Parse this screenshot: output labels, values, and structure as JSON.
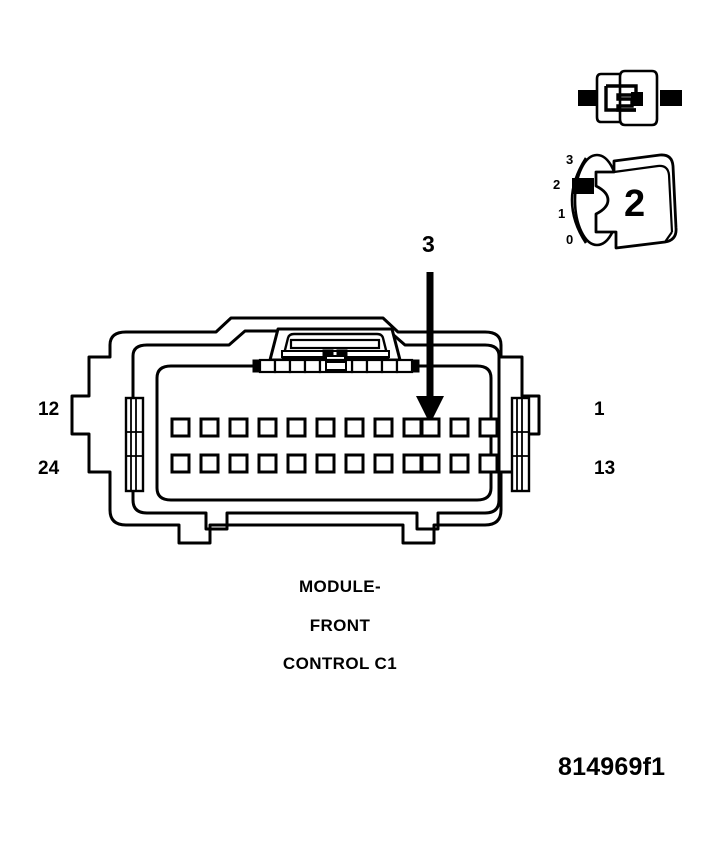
{
  "figure": {
    "kind": "automotive-connector-pinout-diagram",
    "background_color": "#ffffff",
    "line_color": "#000000"
  },
  "connector": {
    "name": "MODULE-FRONT CONTROL C1",
    "total_cavities": 24,
    "rows": 2,
    "pins_per_row": 12,
    "caption_lines": [
      "MODULE-",
      "FRONT",
      "CONTROL C1"
    ],
    "pin_numbers": {
      "top_row_left_label": "12",
      "top_row_right_label": "1",
      "bottom_row_left_label": "24",
      "bottom_row_right_label": "13"
    }
  },
  "callout": {
    "label": "3",
    "target_description": "top row cavity, third from right",
    "arrow_direction": "down"
  },
  "legend": {
    "connector_icon_name": "connector-lock-icon",
    "gauge_value": "2",
    "scale_labels": [
      "3",
      "2",
      "1",
      "0"
    ],
    "marker_at": "2"
  },
  "footer": {
    "id_code": "814969f1"
  }
}
